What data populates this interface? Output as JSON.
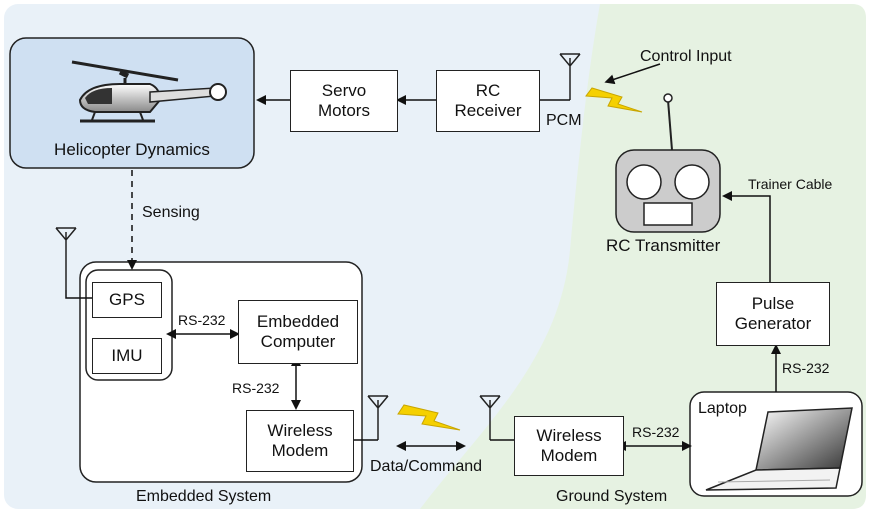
{
  "blocks": {
    "helicopter": "Helicopter Dynamics",
    "servo": [
      "Servo",
      "Motors"
    ],
    "receiver": [
      "RC",
      "Receiver"
    ],
    "transmitter": "RC Transmitter",
    "gps": "GPS",
    "imu": "IMU",
    "computer": [
      "Embedded",
      "Computer"
    ],
    "wireless_left": [
      "Wireless",
      "Modem"
    ],
    "wireless_right": [
      "Wireless",
      "Modem"
    ],
    "pulse": [
      "Pulse",
      "Generator"
    ],
    "laptop": "Laptop"
  },
  "labels": {
    "control_input": "Control Input",
    "pcm": "PCM",
    "trainer_cable": "Trainer Cable",
    "sensing": "Sensing",
    "rs232_gps": "RS-232",
    "rs232_computer": "RS-232",
    "rs232_laptop": "RS-232",
    "rs232_pulse": "RS-232",
    "data_command": "Data/Command",
    "embedded_system": "Embedded System",
    "ground_system": "Ground System"
  },
  "colors": {
    "left_background": "#e9f1f8",
    "right_background": "#e6f2e2",
    "helicopter_box": "#cfe0f2",
    "lightning": "#f5d000"
  }
}
